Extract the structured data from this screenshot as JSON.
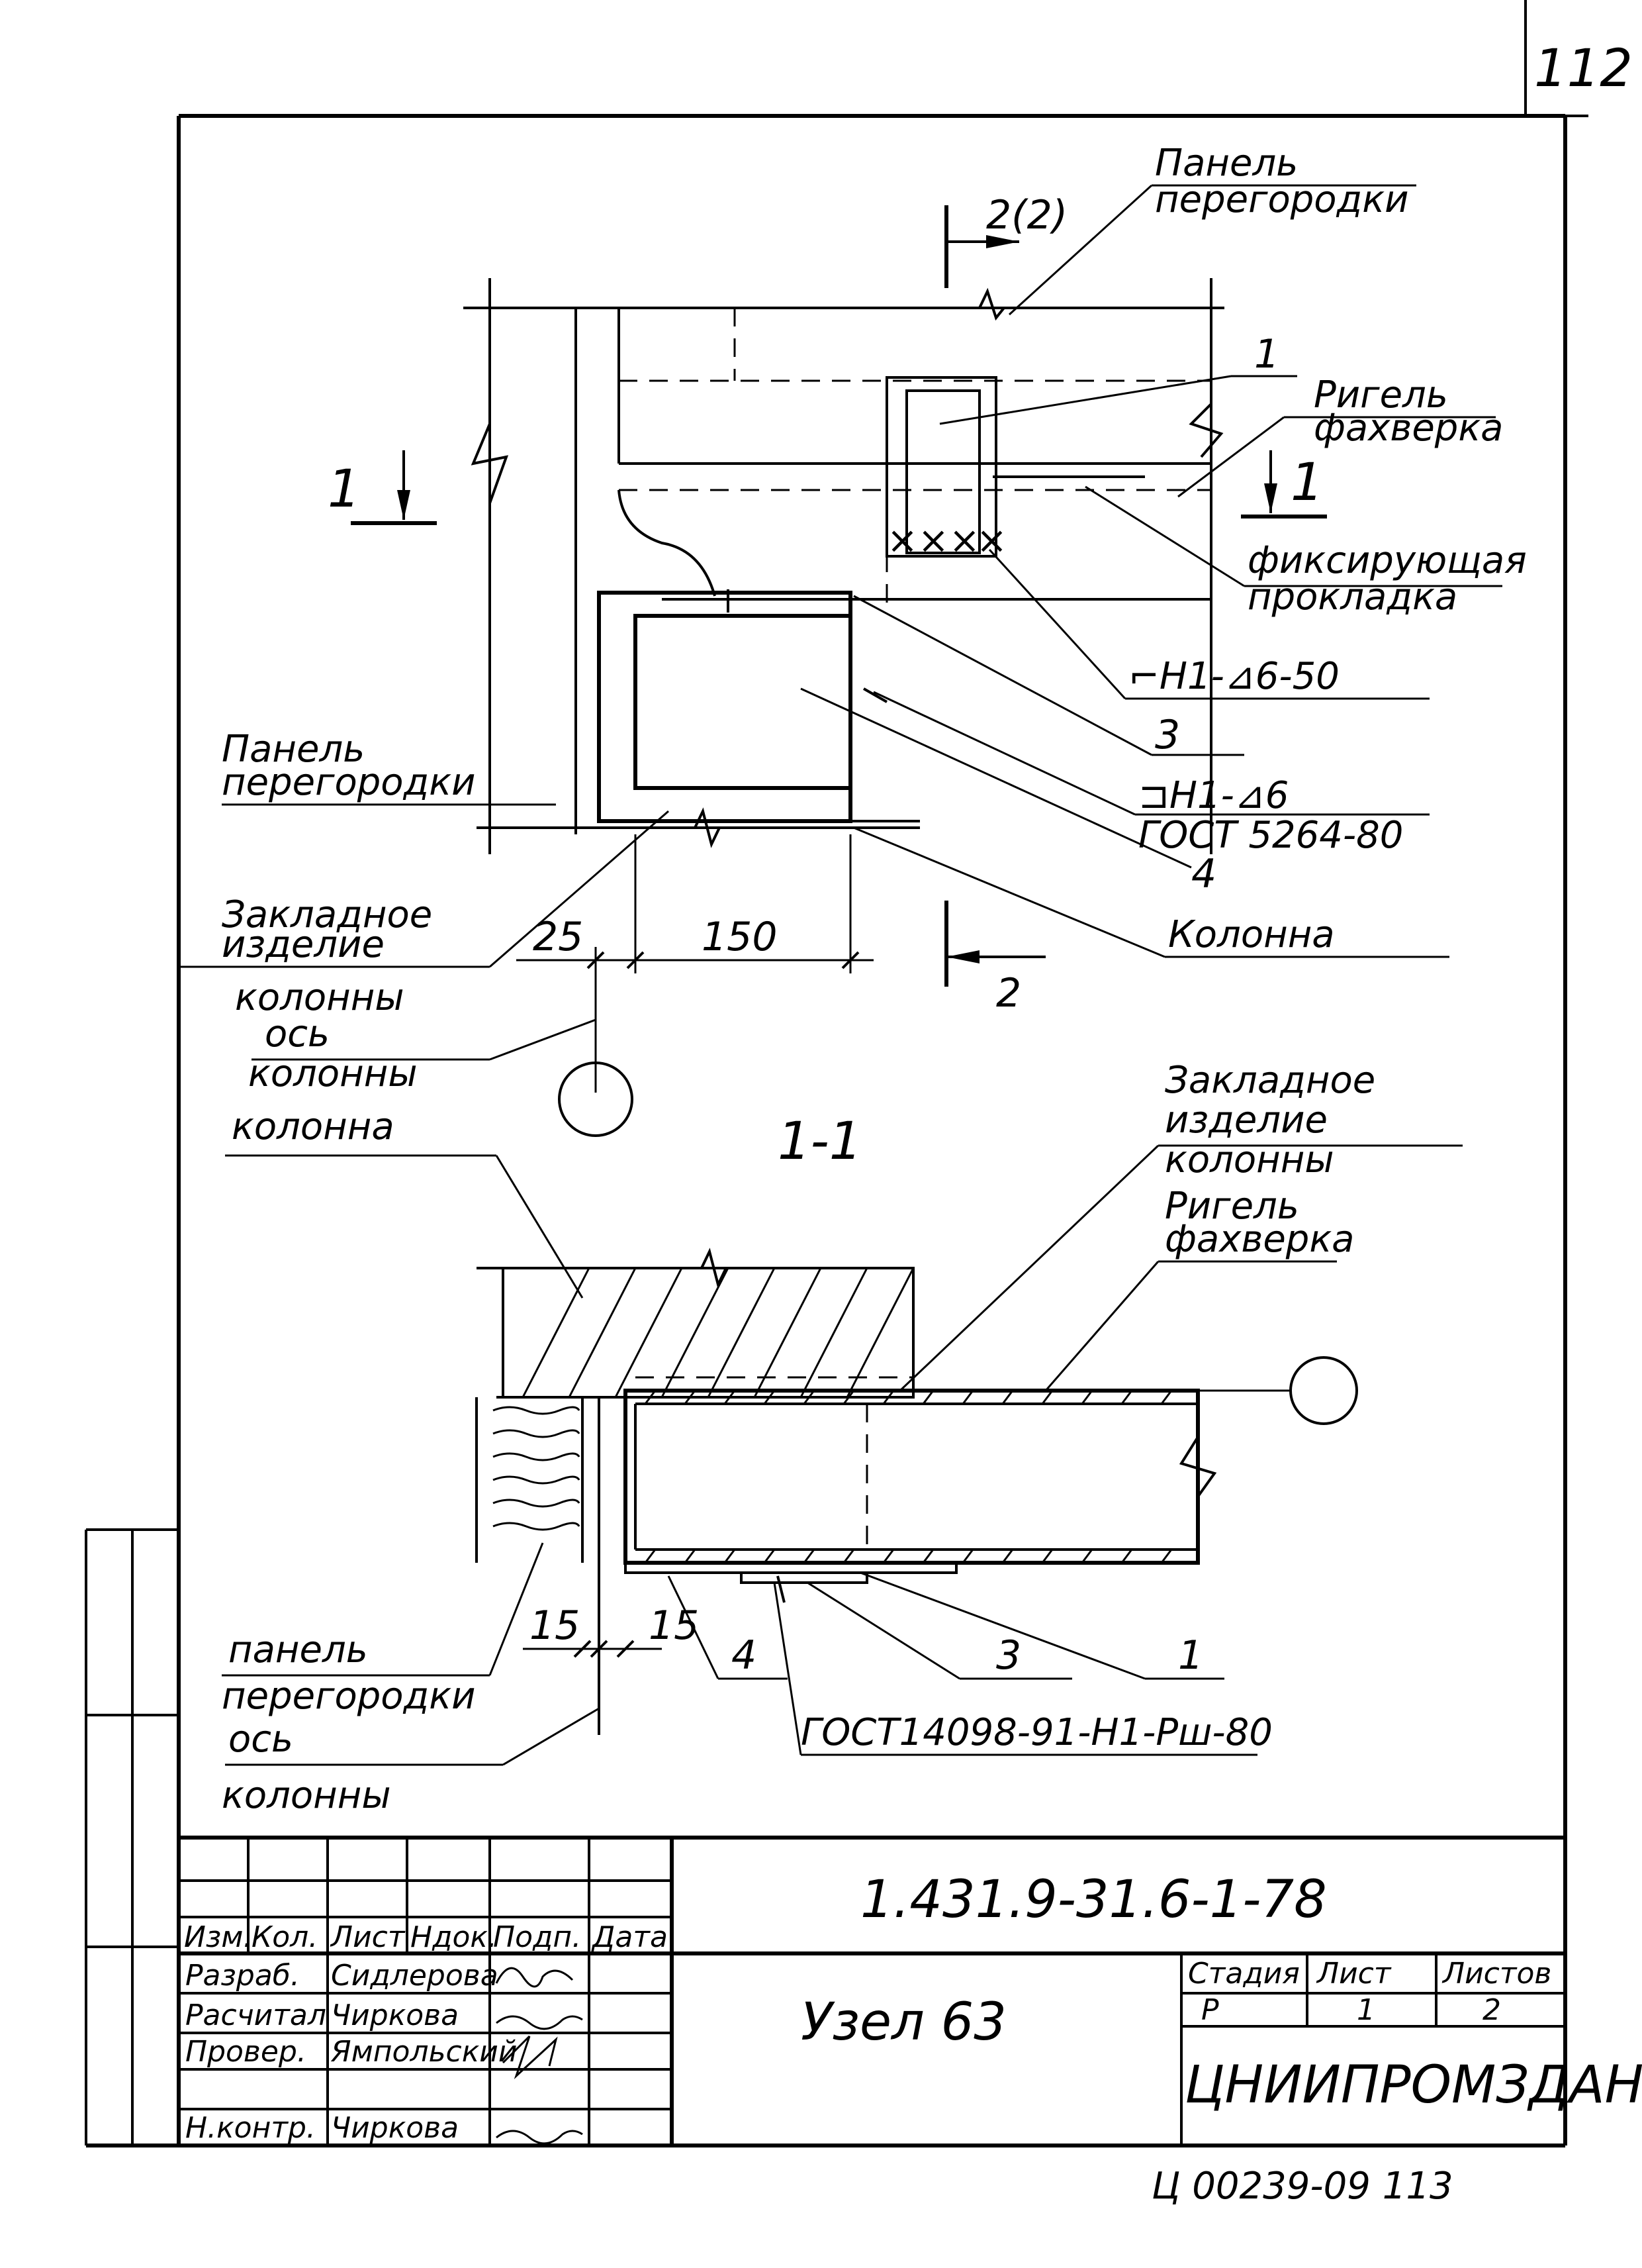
{
  "page_number": "112",
  "plan_view": {
    "section_marker_top": "2(2)",
    "label_panel_top": [
      "Панель",
      "перегородки"
    ],
    "callout_1_top": "1",
    "label_rigel": [
      "Ригель",
      "фахверка"
    ],
    "section_marker_left": "1",
    "section_marker_right": "1",
    "label_fixing_pad": [
      "фиксирующая",
      "прокладка"
    ],
    "weld_note_1": "⌐Н1-⊿6-50",
    "label_panel_left": [
      "Панель",
      "перегородки"
    ],
    "callout_3": "3",
    "weld_note_2": "⊐Н1-⊿6",
    "gost_1": "ГОСТ 5264-80",
    "callout_4": "4",
    "label_embedded_left": [
      "Закладное",
      "изделие",
      "колонны"
    ],
    "dim_25": "25",
    "dim_150": "150",
    "section_marker_bottom": "2",
    "label_column_right": "Колонна",
    "label_axis_left": [
      "ось",
      "колонны"
    ]
  },
  "section_view": {
    "title": "1-1",
    "label_column": "колонна",
    "label_embedded_right": [
      "Закладное",
      "изделие",
      "колонны"
    ],
    "label_rigel": [
      "Ригель",
      "фахверка"
    ],
    "dim_15_a": "15",
    "dim_15_b": "15",
    "callout_4": "4",
    "callout_3": "3",
    "callout_1": "1",
    "label_panel": [
      "панель",
      "перегородки"
    ],
    "label_axis": [
      "ось",
      "колонны"
    ],
    "gost_2": "ГОСТ14098-91-Н1-Рш-80"
  },
  "title_block": {
    "doc_code": "1.431.9-31.6-1-78",
    "headers": [
      "Изм.",
      "Кол.",
      "Лист",
      "Ндок.",
      "Подп.",
      "Дата"
    ],
    "roles": [
      {
        "role": "Разраб.",
        "name": "Сидлерова"
      },
      {
        "role": "Расчитал",
        "name": "Чиркова"
      },
      {
        "role": "Провер.",
        "name": "Ямпольский"
      },
      {
        "role": "Н.контр.",
        "name": "Чиркова"
      }
    ],
    "signatures": [
      "Сид",
      "Чирков",
      "Ямп",
      "Чирк"
    ],
    "node_title": "Узел 63",
    "stage_header": "Стадия",
    "sheet_header": "Лист",
    "sheets_header": "Листов",
    "stage_value": "Р",
    "sheet_value": "1",
    "sheets_value": "2",
    "organization": "ЦНИИПРОМЗДАНИЙ"
  },
  "footer_note": "Ц 00239-09    113"
}
